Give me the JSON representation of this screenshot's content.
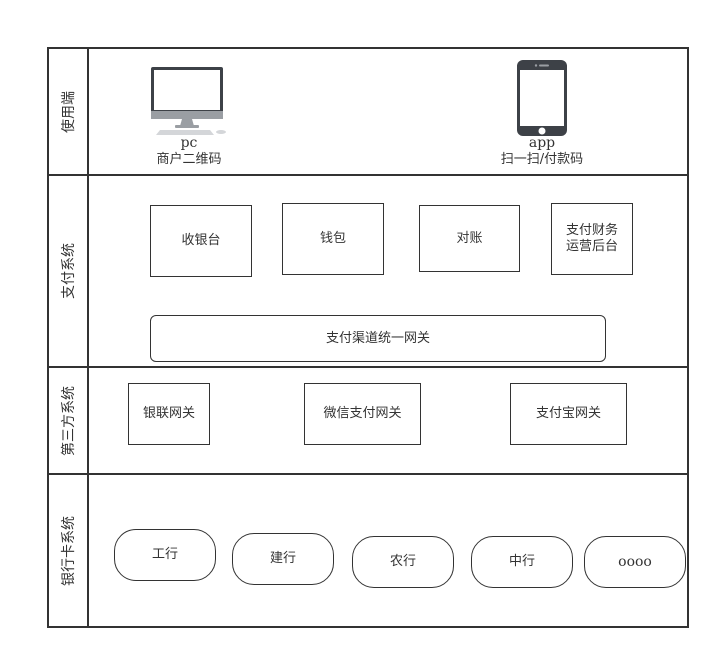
{
  "lanes": [
    {
      "label": "使用端"
    },
    {
      "label": "支付系统"
    },
    {
      "label": "第三方系统"
    },
    {
      "label": "银行卡系统"
    }
  ],
  "client": {
    "pc": {
      "name": "pc",
      "desc": "商户二维码",
      "icon": "desktop-monitor-icon"
    },
    "app": {
      "name": "app",
      "desc": "扫一扫/付款码",
      "icon": "smartphone-icon"
    }
  },
  "payment_system": {
    "boxes": [
      "收银台",
      "钱包",
      "对账",
      "支付财务运营后台"
    ],
    "gateway": "支付渠道统一网关"
  },
  "third_party": {
    "boxes": [
      "银联网关",
      "微信支付网关",
      "支付宝网关"
    ]
  },
  "banks": {
    "items": [
      "工行",
      "建行",
      "农行",
      "中行",
      "oooo"
    ]
  },
  "colors": {
    "stroke": "#333333",
    "background": "#ffffff",
    "device": "#3d4147"
  }
}
